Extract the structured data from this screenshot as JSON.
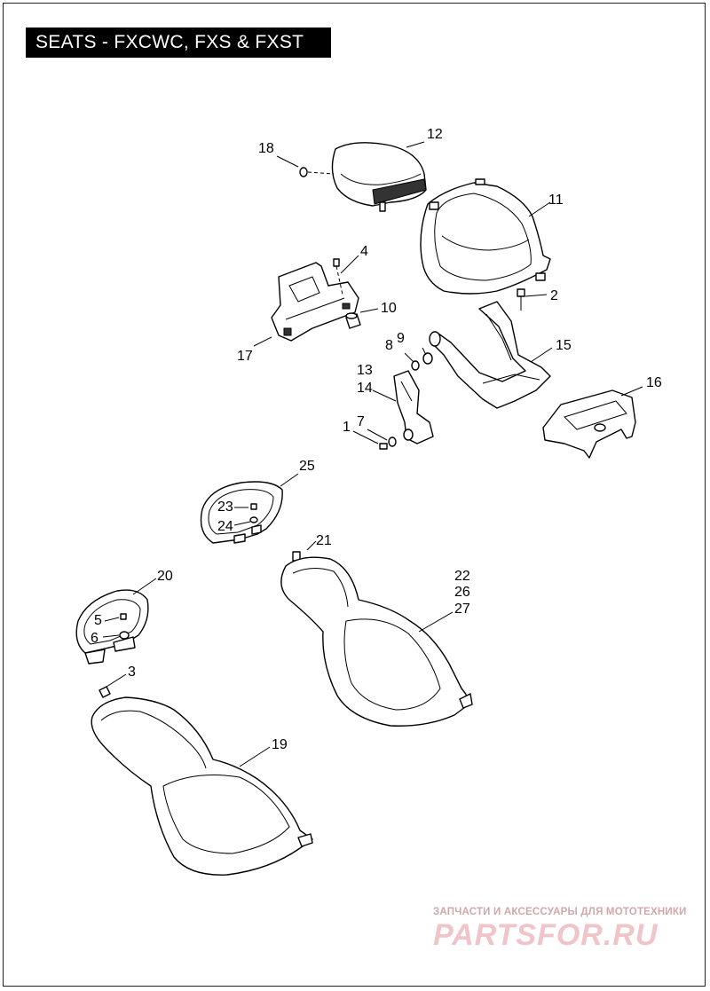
{
  "title": "SEATS - FXCWC, FXS & FXST",
  "callouts": {
    "c1": "1",
    "c2": "2",
    "c3": "3",
    "c4": "4",
    "c5": "5",
    "c6": "6",
    "c7": "7",
    "c8": "8",
    "c9": "9",
    "c10": "10",
    "c11": "11",
    "c12": "12",
    "c13": "13",
    "c14": "14",
    "c15": "15",
    "c16": "16",
    "c17": "17",
    "c18": "18",
    "c19": "19",
    "c20": "20",
    "c21": "21",
    "c22": "22",
    "c23": "23",
    "c24": "24",
    "c25": "25",
    "c26": "26",
    "c27": "27"
  },
  "watermark": {
    "tagline": "ЗАПЧАСТИ И АКСЕССУАРЫ ДЛЯ МОТОТЕХНИКИ",
    "logo": "PARTSFOR.RU"
  }
}
